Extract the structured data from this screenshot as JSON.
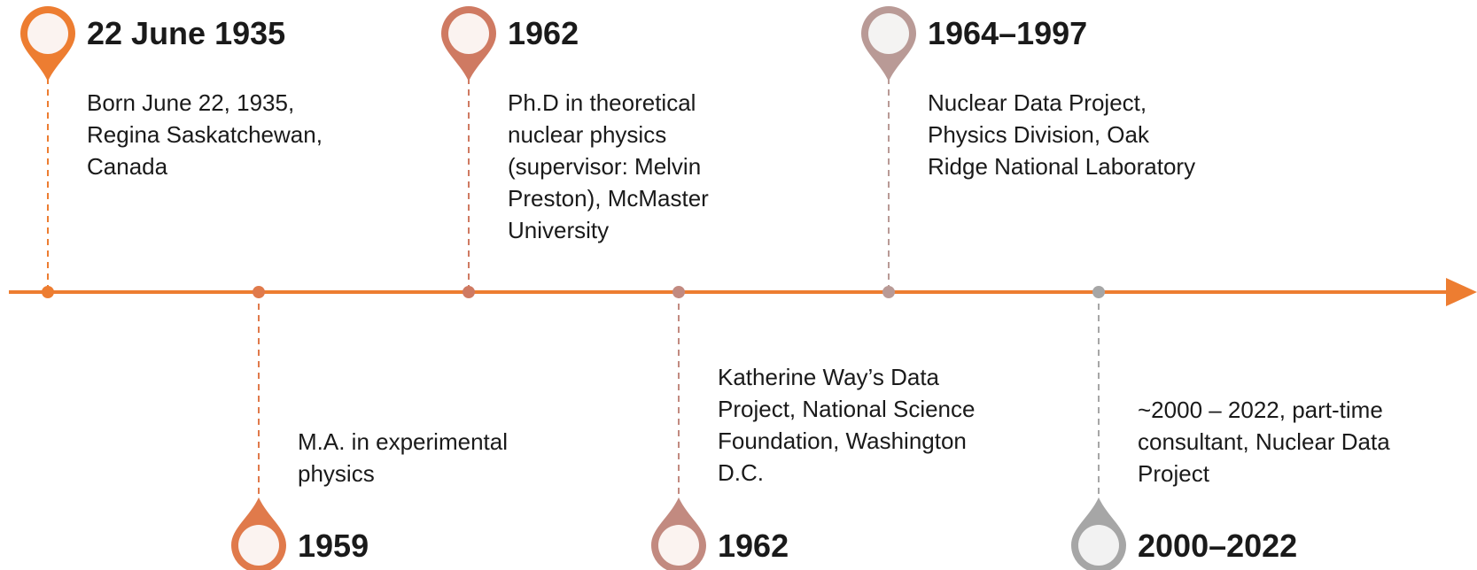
{
  "colors": {
    "axis": "#ED7D31",
    "pin_colors": [
      "#ED7D31",
      "#E07A4B",
      "#CF7A62",
      "#C28A80",
      "#B99A96",
      "#A6A6A6"
    ],
    "pin_inner": "#FBF3F0"
  },
  "events": [
    {
      "year": "22 June 1935",
      "description": [
        "Born June 22, 1935,",
        "Regina Saskatchewan,",
        "Canada"
      ]
    },
    {
      "year": "1959",
      "description": [
        "M.A. in experimental",
        "physics"
      ]
    },
    {
      "year": "1962",
      "description": [
        "Ph.D in theoretical",
        "nuclear physics",
        "(supervisor: Melvin",
        "Preston), McMaster",
        "University"
      ]
    },
    {
      "year": "1962",
      "description": [
        "Katherine Way’s Data",
        "Project, National Science",
        "Foundation, Washington",
        "D.C."
      ]
    },
    {
      "year": "1964–1997",
      "description": [
        "Nuclear Data Project,",
        "Physics Division, Oak",
        "Ridge National Laboratory"
      ]
    },
    {
      "year": "2000–2022",
      "description": [
        "~2000 – 2022, part-time",
        "consultant, Nuclear Data",
        "Project"
      ]
    }
  ]
}
